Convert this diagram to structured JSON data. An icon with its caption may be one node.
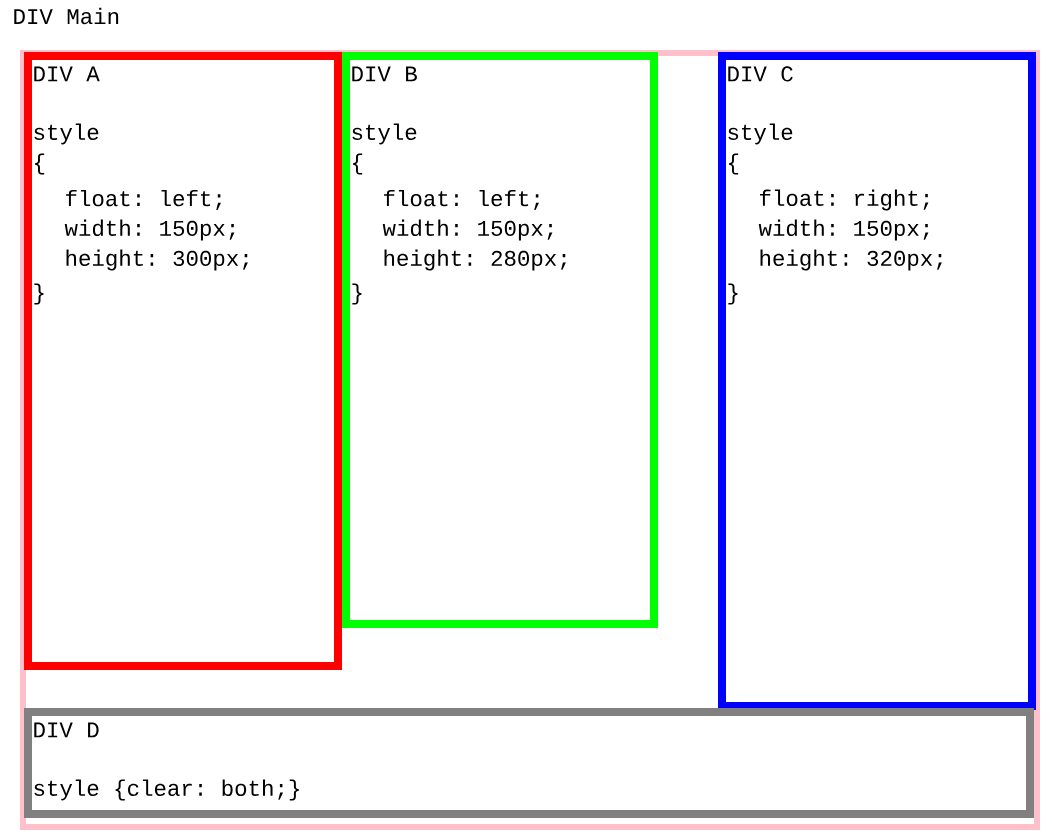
{
  "diagram": {
    "nodes": [
      {
        "text": [
          "DIV Main"
        ]
      },
      {
        "text": [
          "DIV A",
          "style",
          "{",
          "float: left;",
          "width: 150px;",
          "height: 300px;",
          "}"
        ],
        "in": 0
      },
      {
        "text": [
          "DIV B",
          "style",
          "{",
          "float: left;",
          "width: 150px;",
          "height: 280px;",
          "}"
        ],
        "in": 0
      },
      {
        "text": [
          "DIV C",
          "style",
          "{",
          "float: right;",
          "width: 150px;",
          "height: 320px;",
          "}"
        ],
        "in": 0
      },
      {
        "text": [
          "DIV D",
          "style {clear: both;}"
        ],
        "in": 0
      }
    ]
  }
}
